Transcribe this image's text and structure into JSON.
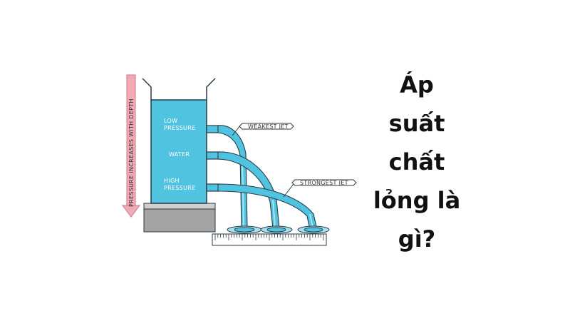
{
  "diagram": {
    "side_arrow_label": "PRESSURE INCREASES WITH DEPTH",
    "tank_labels": {
      "low": [
        "LOW",
        "PRESSURE"
      ],
      "water": "WATER",
      "high": [
        "HIGH",
        "PRESSURE"
      ]
    },
    "callouts": {
      "weakest": "WEAKEST JET",
      "strongest": "STRONGEST JET"
    },
    "colors": {
      "water": "#4fc3df",
      "water_light": "#a8e2f0",
      "outline": "#2a3a46",
      "base": "#9e9e9e",
      "arrow": "#f2aab5"
    }
  },
  "heading": {
    "lines": [
      "Áp",
      "suất",
      "chất",
      "lỏng là",
      "gì?"
    ]
  }
}
